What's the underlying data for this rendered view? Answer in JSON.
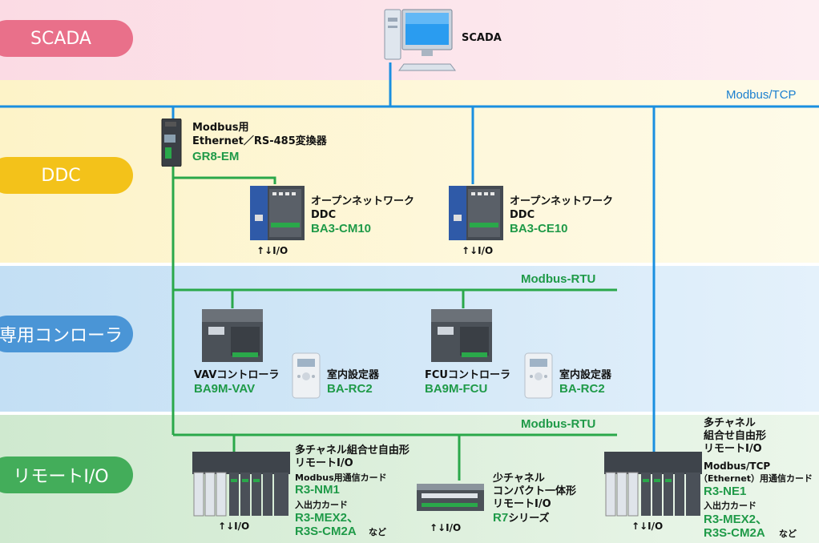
{
  "layers": {
    "scada": "SCADA",
    "ddc": "DDC",
    "dedicated": "専用コンローラ",
    "remote_io": "リモートI/O"
  },
  "networks": {
    "modbus_tcp": "Modbus/TCP",
    "modbus_rtu_1": "Modbus-RTU",
    "modbus_rtu_2": "Modbus-RTU"
  },
  "scada_pc": {
    "label": "SCADA"
  },
  "converter": {
    "line1": "Modbus用",
    "line2": "Ethernet／RS-485変換器",
    "model": "GR8-EM"
  },
  "ddc1": {
    "line1": "オープンネットワーク",
    "line2": "DDC",
    "model": "BA3-CM10",
    "io": "I/O"
  },
  "ddc2": {
    "line1": "オープンネットワーク",
    "line2": "DDC",
    "model": "BA3-CE10",
    "io": "I/O"
  },
  "vav": {
    "name": "VAVコントローラ",
    "model": "BA9M-VAV"
  },
  "vav_setter": {
    "name": "室内設定器",
    "model": "BA-RC2"
  },
  "fcu": {
    "name": "FCUコントローラ",
    "model": "BA9M-FCU"
  },
  "fcu_setter": {
    "name": "室内設定器",
    "model": "BA-RC2"
  },
  "remote1": {
    "line1": "多チャネル組合せ自由形",
    "line2": "リモートI/O",
    "card_label": "Modbus用通信カード",
    "card_model": "R3-NM1",
    "io_card_label": "入出力カード",
    "io_models1": "R3-MEX2、",
    "io_models2": "R3S-CM2A",
    "etc": "など",
    "io": "I/O"
  },
  "remote2": {
    "line1": "少チャネル",
    "line2": "コンパクト一体形",
    "line3": "リモートI/O",
    "model": "R7",
    "series": "シリーズ",
    "io": "I/O"
  },
  "remote3": {
    "line1": "多チャネル",
    "line2": "組合せ自由形",
    "line3": "リモートI/O",
    "card_label1": "Modbus/TCP",
    "card_label2": "（Ethernet）用通信カード",
    "card_model": "R3-NE1",
    "io_card_label": "入出力カード",
    "io_models1": "R3-MEX2、",
    "io_models2": "R3S-CM2A",
    "etc": "など",
    "io": "I/O"
  },
  "colors": {
    "scada_band": "#fbe3ea",
    "scada_pill": "#e9708a",
    "ddc_band": "#fdf7d8",
    "ddc_pill": "#f3c21a",
    "dedicated_band": "#cfe6f6",
    "dedicated_pill": "#4a95d6",
    "remote_band": "#d8eed8",
    "remote_pill": "#43ad5a",
    "tcp_line": "#1a8fe0",
    "rtu_line": "#2aa84a"
  }
}
